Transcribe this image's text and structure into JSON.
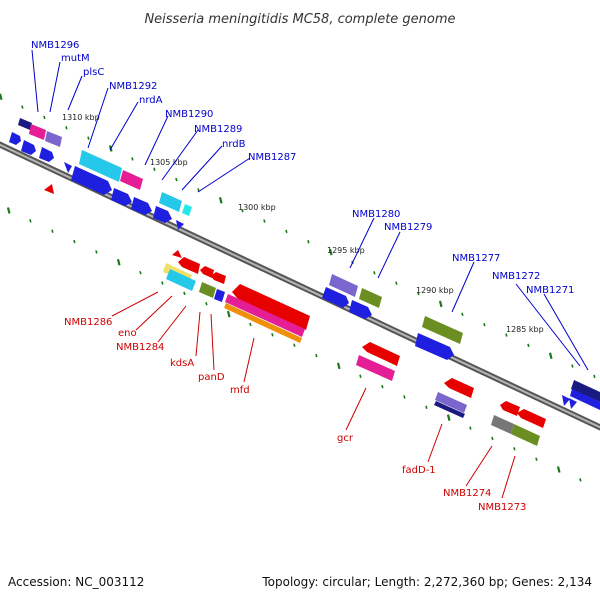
{
  "title": "Neisseria meningitidis MC58, complete genome",
  "accession_label": "Accession: NC_003112",
  "summary_label": "Topology: circular; Length: 2,272,360 bp; Genes: 2,134",
  "colors": {
    "backbone": "#888888",
    "forward_label": "#0000cc",
    "reverse_label": "#cc0000",
    "tick": "#1a7a1a",
    "gene_blue": "#1f1fe0",
    "gene_cyan": "#25c8e8",
    "gene_pink": "#e61e96",
    "gene_purple": "#7a66cc",
    "gene_navy": "#1a1a80",
    "gene_red": "#e60000",
    "gene_olive": "#6b8e23",
    "gene_gray": "#777777",
    "gene_orange": "#f0900a"
  },
  "kbp_ticks": [
    "1310 kbp",
    "1305 kbp",
    "1300 kbp",
    "1295 kbp",
    "1290 kbp",
    "1285 kbp"
  ],
  "forward_genes": [
    "NMB1296",
    "mutM",
    "plsC",
    "NMB1292",
    "nrdA",
    "NMB1290",
    "NMB1289",
    "nrdB",
    "NMB1287",
    "NMB1280",
    "NMB1279",
    "NMB1277",
    "NMB1272",
    "NMB1271"
  ],
  "reverse_genes": [
    "NMB1286",
    "eno",
    "NMB1284",
    "kdsA",
    "panD",
    "mfd",
    "gcr",
    "fadD-1",
    "NMB1274",
    "NMB1273"
  ]
}
